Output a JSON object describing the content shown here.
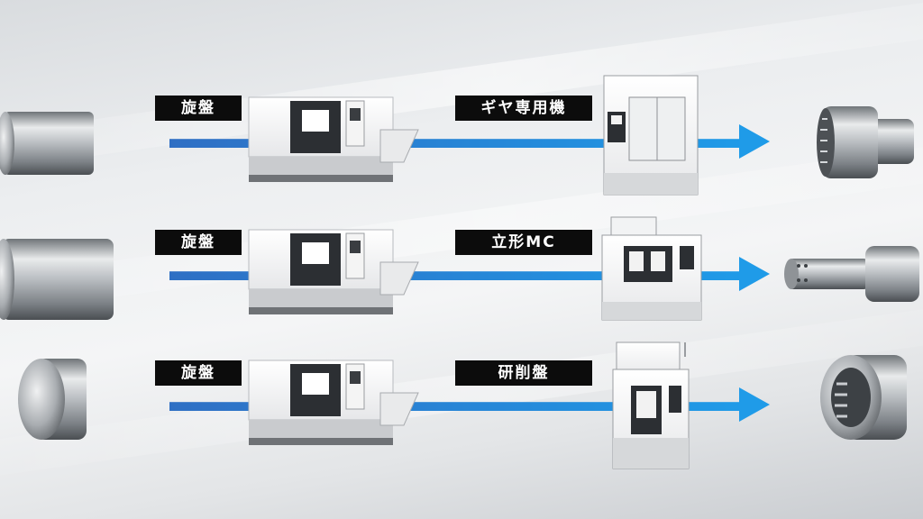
{
  "rows": [
    {
      "first_process": "旋盤",
      "second_process": "ギヤ専用機"
    },
    {
      "first_process": "旋盤",
      "second_process": "立形MC"
    },
    {
      "first_process": "旋盤",
      "second_process": "研削盤"
    }
  ],
  "colors": {
    "arrow_start": "#2f6fc4",
    "arrow_end": "#1f9be8",
    "label_bg": "#0c0c0c",
    "label_text": "#ffffff"
  },
  "icons": {
    "stock": "metal-bar-stock-icon",
    "lathe": "cnc-lathe-icon",
    "gear_machine": "gear-hobbing-machine-icon",
    "vertical_mc": "vertical-machining-center-icon",
    "grinder": "grinding-machine-icon",
    "gear_part": "gear-shaft-part-icon",
    "spline_part": "spline-shaft-part-icon",
    "ring_part": "ring-part-icon"
  }
}
